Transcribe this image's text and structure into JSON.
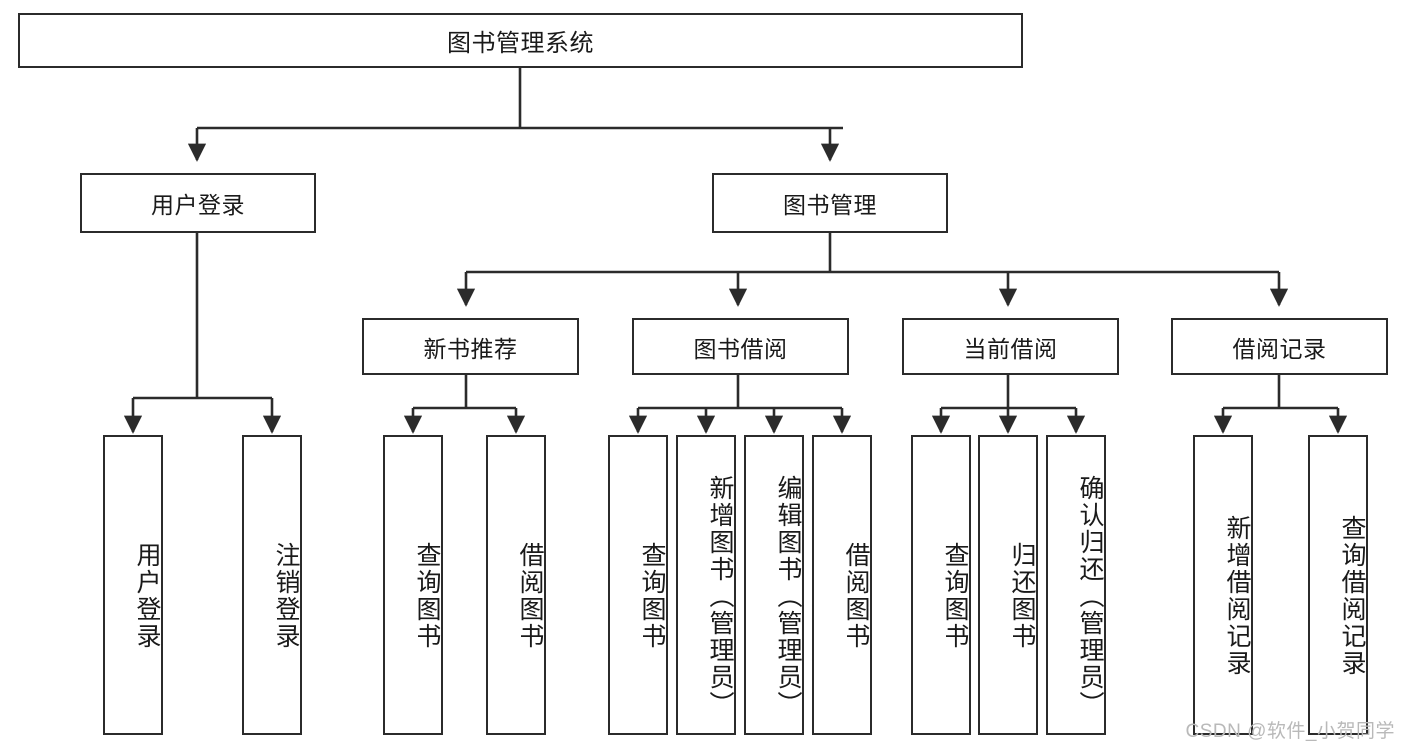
{
  "diagram": {
    "type": "tree-hierarchy",
    "title": "图书管理系统",
    "watermark": "CSDN @软件_小贺同学",
    "colors": {
      "stroke": "#2b2b2b",
      "fill": "#ffffff",
      "text": "#1a1a1a",
      "watermark": "#b9b9b9"
    },
    "root": {
      "label": "图书管理系统"
    },
    "level1": [
      {
        "label": "用户登录"
      },
      {
        "label": "图书管理"
      }
    ],
    "level2": [
      {
        "label": "新书推荐"
      },
      {
        "label": "图书借阅"
      },
      {
        "label": "当前借阅"
      },
      {
        "label": "借阅记录"
      }
    ],
    "leaves": {
      "user_login": [
        {
          "label": "用户登录"
        },
        {
          "label": "注销登录"
        }
      ],
      "new_book": [
        {
          "label": "查询图书"
        },
        {
          "label": "借阅图书"
        }
      ],
      "book_borrow": [
        {
          "label": "查询图书"
        },
        {
          "label": "新增图书（管理员）"
        },
        {
          "label": "编辑图书（管理员）"
        },
        {
          "label": "借阅图书"
        }
      ],
      "current_borrow": [
        {
          "label": "查询图书"
        },
        {
          "label": "归还图书"
        },
        {
          "label": "确认归还（管理员）"
        }
      ],
      "borrow_record": [
        {
          "label": "新增借阅记录"
        },
        {
          "label": "查询借阅记录"
        }
      ]
    }
  }
}
